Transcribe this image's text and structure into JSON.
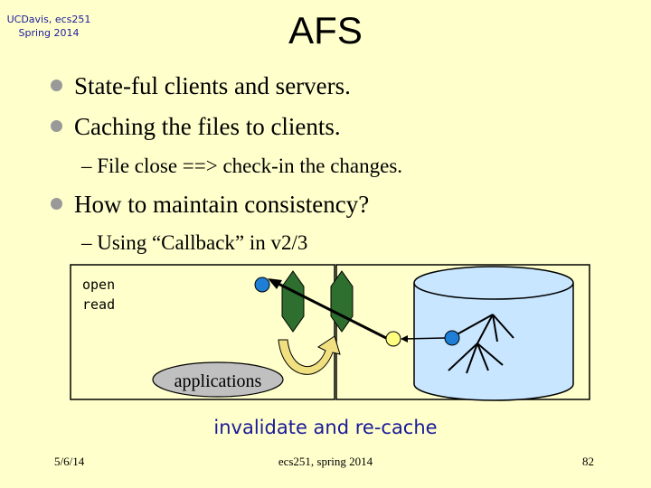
{
  "header": {
    "course": "UCDavis, ecs251",
    "term": "Spring 2014",
    "title": "AFS"
  },
  "bullets": [
    "State-ful clients and servers.",
    "Caching the files to clients.",
    "How to maintain consistency?"
  ],
  "subbullets": [
    "– File close ==> check-in the changes.",
    "– Using “Callback” in v2/3"
  ],
  "figure": {
    "ops": [
      "open",
      "read"
    ],
    "applications_label": "applications",
    "caption": "invalidate and re-cache"
  },
  "footer": {
    "date": "5/6/14",
    "course": "ecs251, spring 2014",
    "page": "82"
  },
  "colors": {
    "background": "#ffffcc",
    "accent_text": "#1a1a99",
    "disk": "#c8e6ff",
    "gate": "#2e6e2e"
  }
}
